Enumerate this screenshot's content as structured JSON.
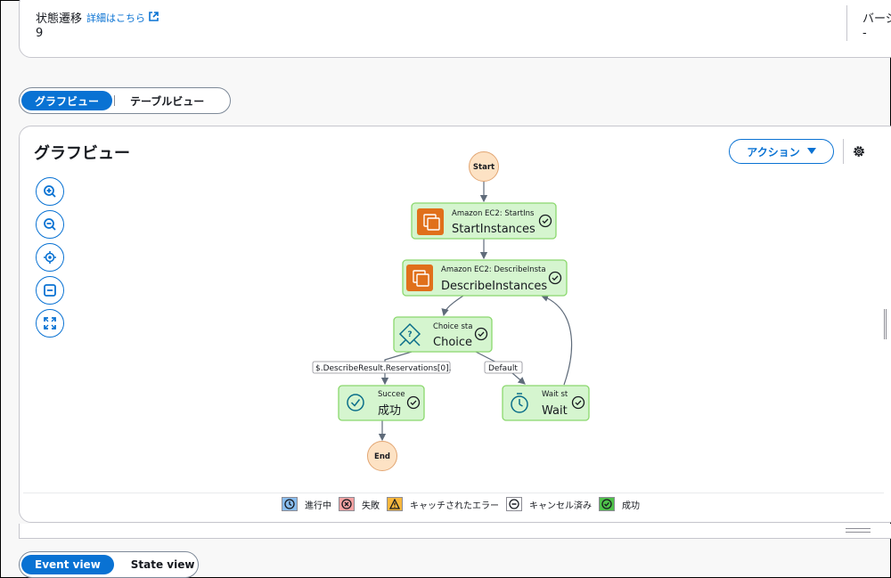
{
  "summary": {
    "state_transitions_label": "状態遷移",
    "state_transitions_link": "詳細はこちら",
    "state_transitions_value": "9",
    "version_label": "バージ",
    "version_value": "-"
  },
  "view_toggle": {
    "graph": "グラフビュー",
    "table": "テーブルビュー",
    "active": "graph"
  },
  "graph_panel": {
    "title": "グラフビュー",
    "action_label": "アクション",
    "zoom_controls": [
      "zoom-in-icon",
      "zoom-out-icon",
      "center-icon",
      "collapse-icon",
      "fit-screen-icon"
    ]
  },
  "graph": {
    "start": "Start",
    "end": "End",
    "nodes": {
      "start_instances": {
        "type": "Amazon EC2: StartIns",
        "name": "StartInstances",
        "status": "成功"
      },
      "describe_instances": {
        "type": "Amazon EC2: DescribeInsta",
        "name": "DescribeInstances",
        "status": "成功"
      },
      "choice": {
        "type": "Choice sta",
        "name": "Choice",
        "status": "成功"
      },
      "succeed": {
        "type": "Succee",
        "name": "成功",
        "status": "成功"
      },
      "wait": {
        "type": "Wait st",
        "name": "Wait",
        "status": "成功"
      }
    },
    "edges": {
      "choice_rule": "$.DescribeResult.Reservations[0].",
      "default": "Default"
    }
  },
  "legend": [
    {
      "label": "進行中",
      "color": "#89bdee",
      "icon": "clock-icon"
    },
    {
      "label": "失敗",
      "color": "#f5a3a3",
      "icon": "x-circle-icon"
    },
    {
      "label": "キャッチされたエラー",
      "color": "#f8b73d",
      "icon": "warning-icon"
    },
    {
      "label": "キャンセル済み",
      "color": "#ffffff",
      "icon": "minus-circle-icon"
    },
    {
      "label": "成功",
      "color": "#4fc24a",
      "icon": "check-circle-icon"
    }
  ],
  "bottom_toggle": {
    "event": "Event view",
    "state": "State view",
    "active": "event"
  },
  "colors": {
    "accent": "#0972d3",
    "node_fill": "#d5f5cf",
    "node_stroke": "#8bd86d",
    "terminal_fill": "#fde2c4",
    "ec2_orange": "#e0701b"
  }
}
